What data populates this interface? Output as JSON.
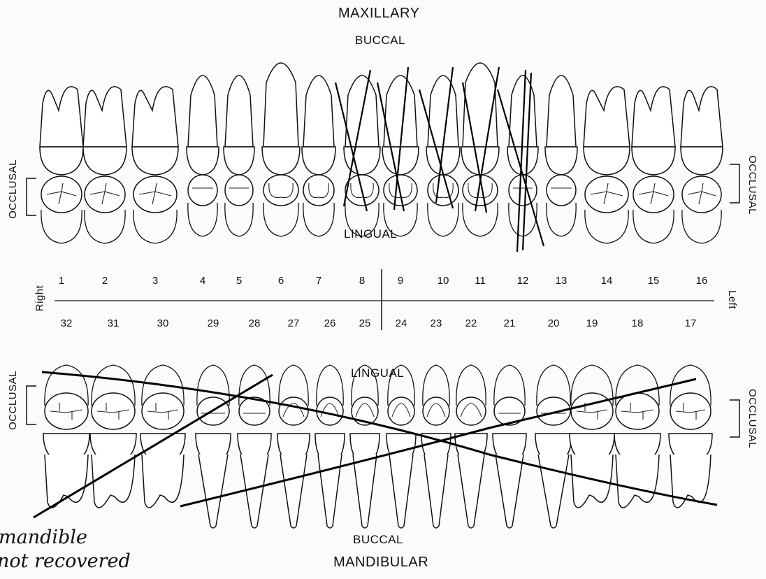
{
  "labels": {
    "maxillary": "MAXILLARY",
    "buccal_top": "BUCCAL",
    "lingual_top": "LINGUAL",
    "lingual_bottom": "LINGUAL",
    "buccal_bottom": "BUCCAL",
    "mandibular": "MANDIBULAR",
    "occlusal": "OCCLUSAL",
    "right": "Right",
    "left": "Left"
  },
  "upper_teeth": [
    "1",
    "2",
    "3",
    "4",
    "5",
    "6",
    "7",
    "8",
    "9",
    "10",
    "11",
    "12",
    "13",
    "14",
    "15",
    "16"
  ],
  "lower_teeth": [
    "32",
    "31",
    "30",
    "29",
    "28",
    "27",
    "26",
    "25",
    "24",
    "23",
    "22",
    "21",
    "20",
    "19",
    "18",
    "17"
  ],
  "annotation": {
    "line1": "mandible",
    "line2": "not recovered"
  },
  "marked_missing": {
    "maxillary": [
      "8",
      "9",
      "10",
      "11",
      "12"
    ],
    "mandible": "whole"
  }
}
